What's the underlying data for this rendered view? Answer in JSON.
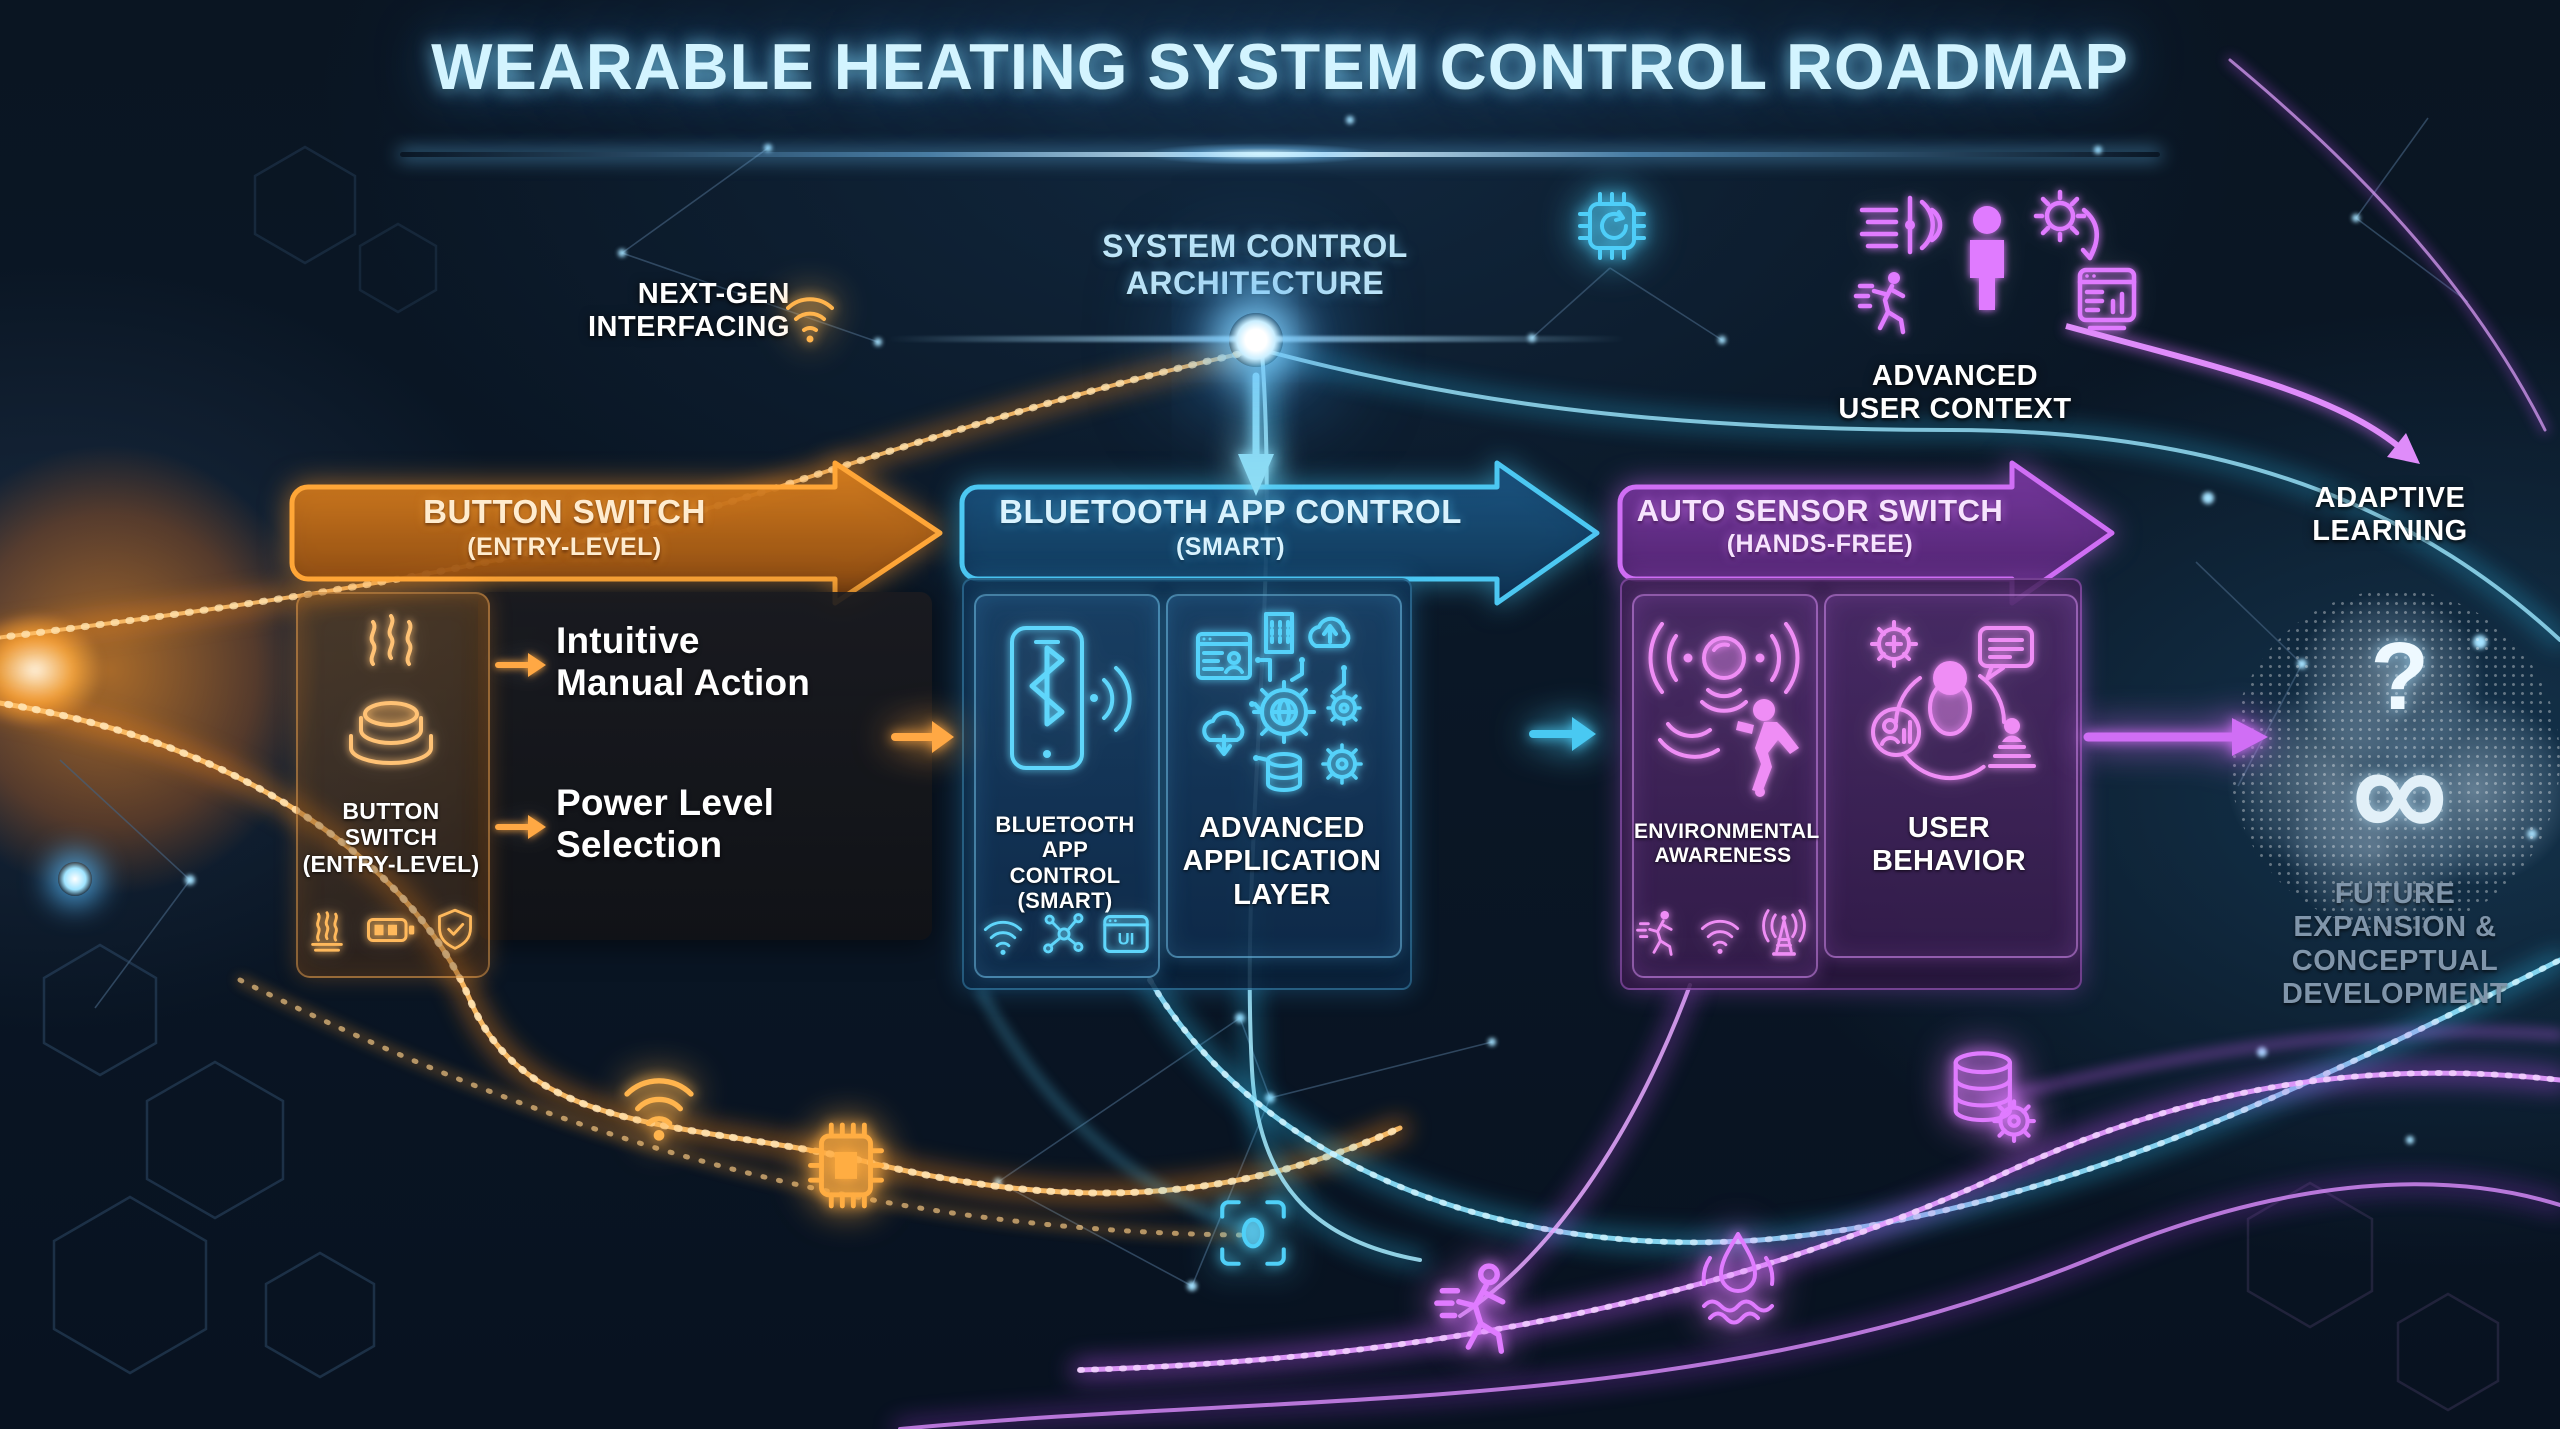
{
  "title": "WEARABLE HEATING SYSTEM CONTROL ROADMAP",
  "colors": {
    "background": "#0a1726",
    "orange": "#ff9d2e",
    "cyan": "#46c8f5",
    "magenta": "#cf6cf2",
    "title_glow": "#d3f4ff",
    "muted_text": "#8095aa"
  },
  "labels": {
    "next_gen_1": "NEXT-GEN",
    "next_gen_2": "INTERFACING",
    "sys_arch_1": "SYSTEM CONTROL",
    "sys_arch_2": "ARCHITECTURE",
    "adv_user_1": "ADVANCED",
    "adv_user_2": "USER CONTEXT",
    "adaptive_1": "ADAPTIVE",
    "adaptive_2": "LEARNING",
    "future_1": "FUTURE",
    "future_2": "EXPANSION &",
    "future_3": "CONCEPTUAL",
    "future_4": "DEVELOPMENT",
    "question_mark": "?",
    "infinity": "∞",
    "ui_badge": "UI"
  },
  "stages": [
    {
      "name": "button-switch",
      "header1": "BUTTON SWITCH",
      "header2": "(ENTRY-LEVEL)",
      "main_icon": "heated-button-icon",
      "card_label1": "BUTTON SWITCH",
      "card_label2": "(ENTRY-LEVEL)",
      "footer_icons": [
        "heat-icon",
        "battery-icon",
        "shield-check-icon"
      ],
      "features": [
        {
          "line1": "Intuitive",
          "line2": "Manual Action"
        },
        {
          "line1": "Power Level",
          "line2": "Selection"
        }
      ]
    },
    {
      "name": "bluetooth-app-control",
      "header1": "BLUETOOTH APP CONTROL",
      "header2": "(SMART)",
      "main_icon": "phone-bluetooth-icon",
      "card_label1": "BLUETOOTH APP",
      "card_label2": "CONTROL",
      "card_label3": "(SMART)",
      "footer_icons": [
        "wifi-icon",
        "network-nodes-icon",
        "ui-window-icon"
      ],
      "right_icon": "application-stack-icon",
      "right_label1": "ADVANCED",
      "right_label2": "APPLICATION",
      "right_label3": "LAYER"
    },
    {
      "name": "auto-sensor-switch",
      "header1": "AUTO SENSOR SWITCH",
      "header2": "(HANDS-FREE)",
      "main_icon": "motion-sensor-icon",
      "card_label1": "ENVIRONMENTAL",
      "card_label2": "AWARENESS",
      "footer_icons": [
        "runner-icon",
        "wifi-icon",
        "antenna-icon"
      ],
      "right_icon": "user-behavior-icon",
      "right_label1": "USER",
      "right_label2": "BEHAVIOR"
    }
  ],
  "floating_icons": [
    "wifi-icon",
    "chip-icon",
    "cpu-sync-icon",
    "focus-eye-icon",
    "runner-icon",
    "droplet-icon",
    "database-gear-icon"
  ]
}
